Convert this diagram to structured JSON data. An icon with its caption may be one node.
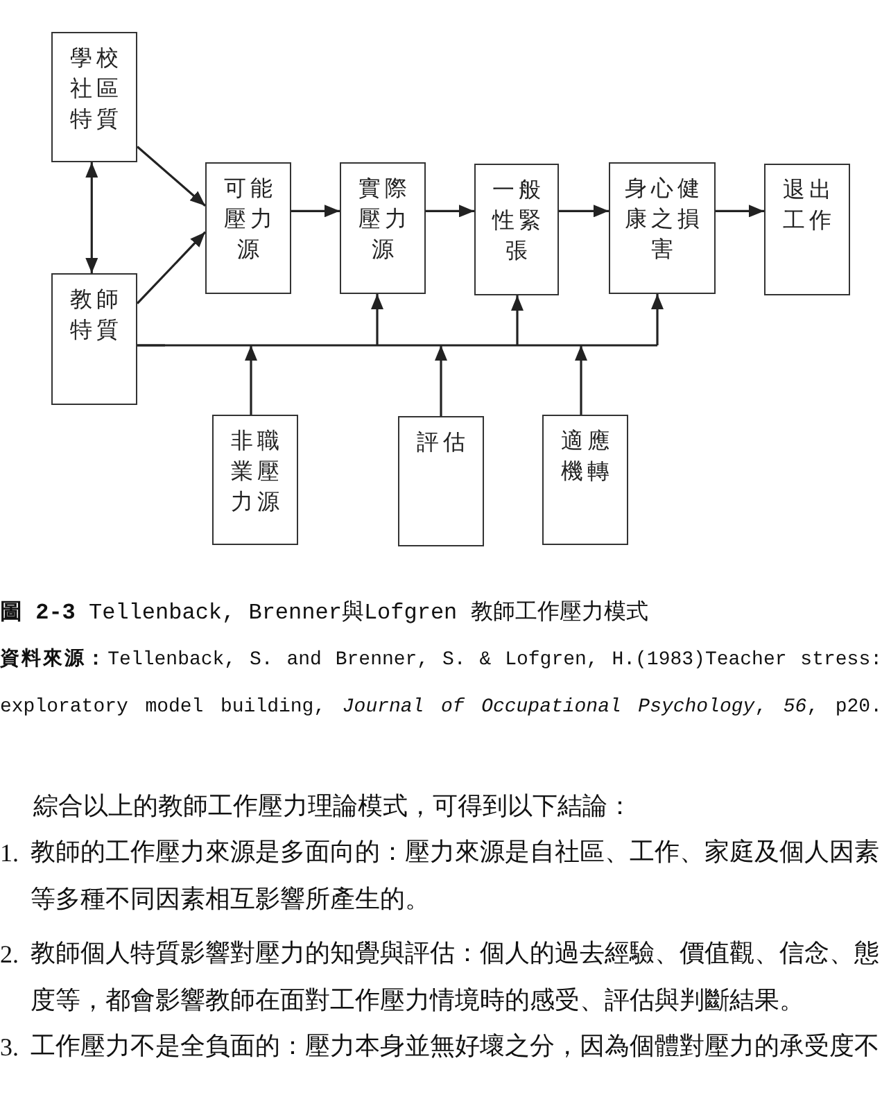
{
  "diagram": {
    "caption": "**圖 2-3** Tellenback, Brenner與Lofgren 教師工作壓力模式",
    "nodes": [
      {
        "text": [
          "學校社區特質"
        ]
      },
      {
        "text": [
          "教師特質"
        ]
      },
      {
        "text": [
          "可能壓力源"
        ]
      },
      {
        "text": [
          "實際壓力源"
        ]
      },
      {
        "text": [
          "一般性緊張"
        ]
      },
      {
        "text": [
          "身心健康之損害"
        ]
      },
      {
        "text": [
          "退出工作"
        ]
      },
      {
        "text": [
          "非職業壓力源"
        ]
      },
      {
        "text": [
          "評估"
        ]
      },
      {
        "text": [
          "適應機轉"
        ]
      }
    ],
    "edges": [
      {
        "from": 0,
        "to": 1,
        "arrow": "both"
      },
      {
        "from": 0,
        "to": 2,
        "arrow": "to"
      },
      {
        "from": 1,
        "to": 2,
        "arrow": "to"
      },
      {
        "from": 2,
        "to": 3,
        "arrow": "to"
      },
      {
        "from": 3,
        "to": 4,
        "arrow": "to"
      },
      {
        "from": 4,
        "to": 5,
        "arrow": "to"
      },
      {
        "from": 5,
        "to": 6,
        "arrow": "to"
      },
      {
        "from": 1,
        "to": 3,
        "arrow": "to"
      },
      {
        "from": 1,
        "to": 4,
        "arrow": "to"
      },
      {
        "from": 1,
        "to": 5,
        "arrow": "to"
      },
      {
        "from": 7,
        "to": 3,
        "arrow": "to"
      },
      {
        "from": 7,
        "to": 4,
        "arrow": "to"
      },
      {
        "from": 7,
        "to": 5,
        "arrow": "to"
      },
      {
        "from": 8,
        "to": 3,
        "arrow": "to"
      },
      {
        "from": 8,
        "to": 4,
        "arrow": "to"
      },
      {
        "from": 8,
        "to": 5,
        "arrow": "to"
      },
      {
        "from": 9,
        "to": 3,
        "arrow": "to"
      },
      {
        "from": 9,
        "to": 4,
        "arrow": "to"
      },
      {
        "from": 9,
        "to": 5,
        "arrow": "to"
      }
    ],
    "labels": [
      "**資料來源：**Tellenback, S. and Brenner, S. & Lofgren, H.(1983)Teacher stress: exploratory model building, *Journal of Occupational Psychology*, *56*, p20.",
      "綜合以上的教師工作壓力理論模式，可得到以下結論：",
      "1.",
      "教師的工作壓力來源是多面向的：壓力來源是自社區、工作、家庭及個人因素等多種不同因素相互影響所產生的。",
      "2.",
      "教師個人特質影響對壓力的知覺與評估：個人的過去經驗、價值觀、信念、態度等，都會影響教師在面對工作壓力情境時的感受、評估與判斷結果。",
      "3.",
      "工作壓力不是全負面的：壓力本身並無好壞之分，因為個體對壓力的承受度不"
    ]
  }
}
